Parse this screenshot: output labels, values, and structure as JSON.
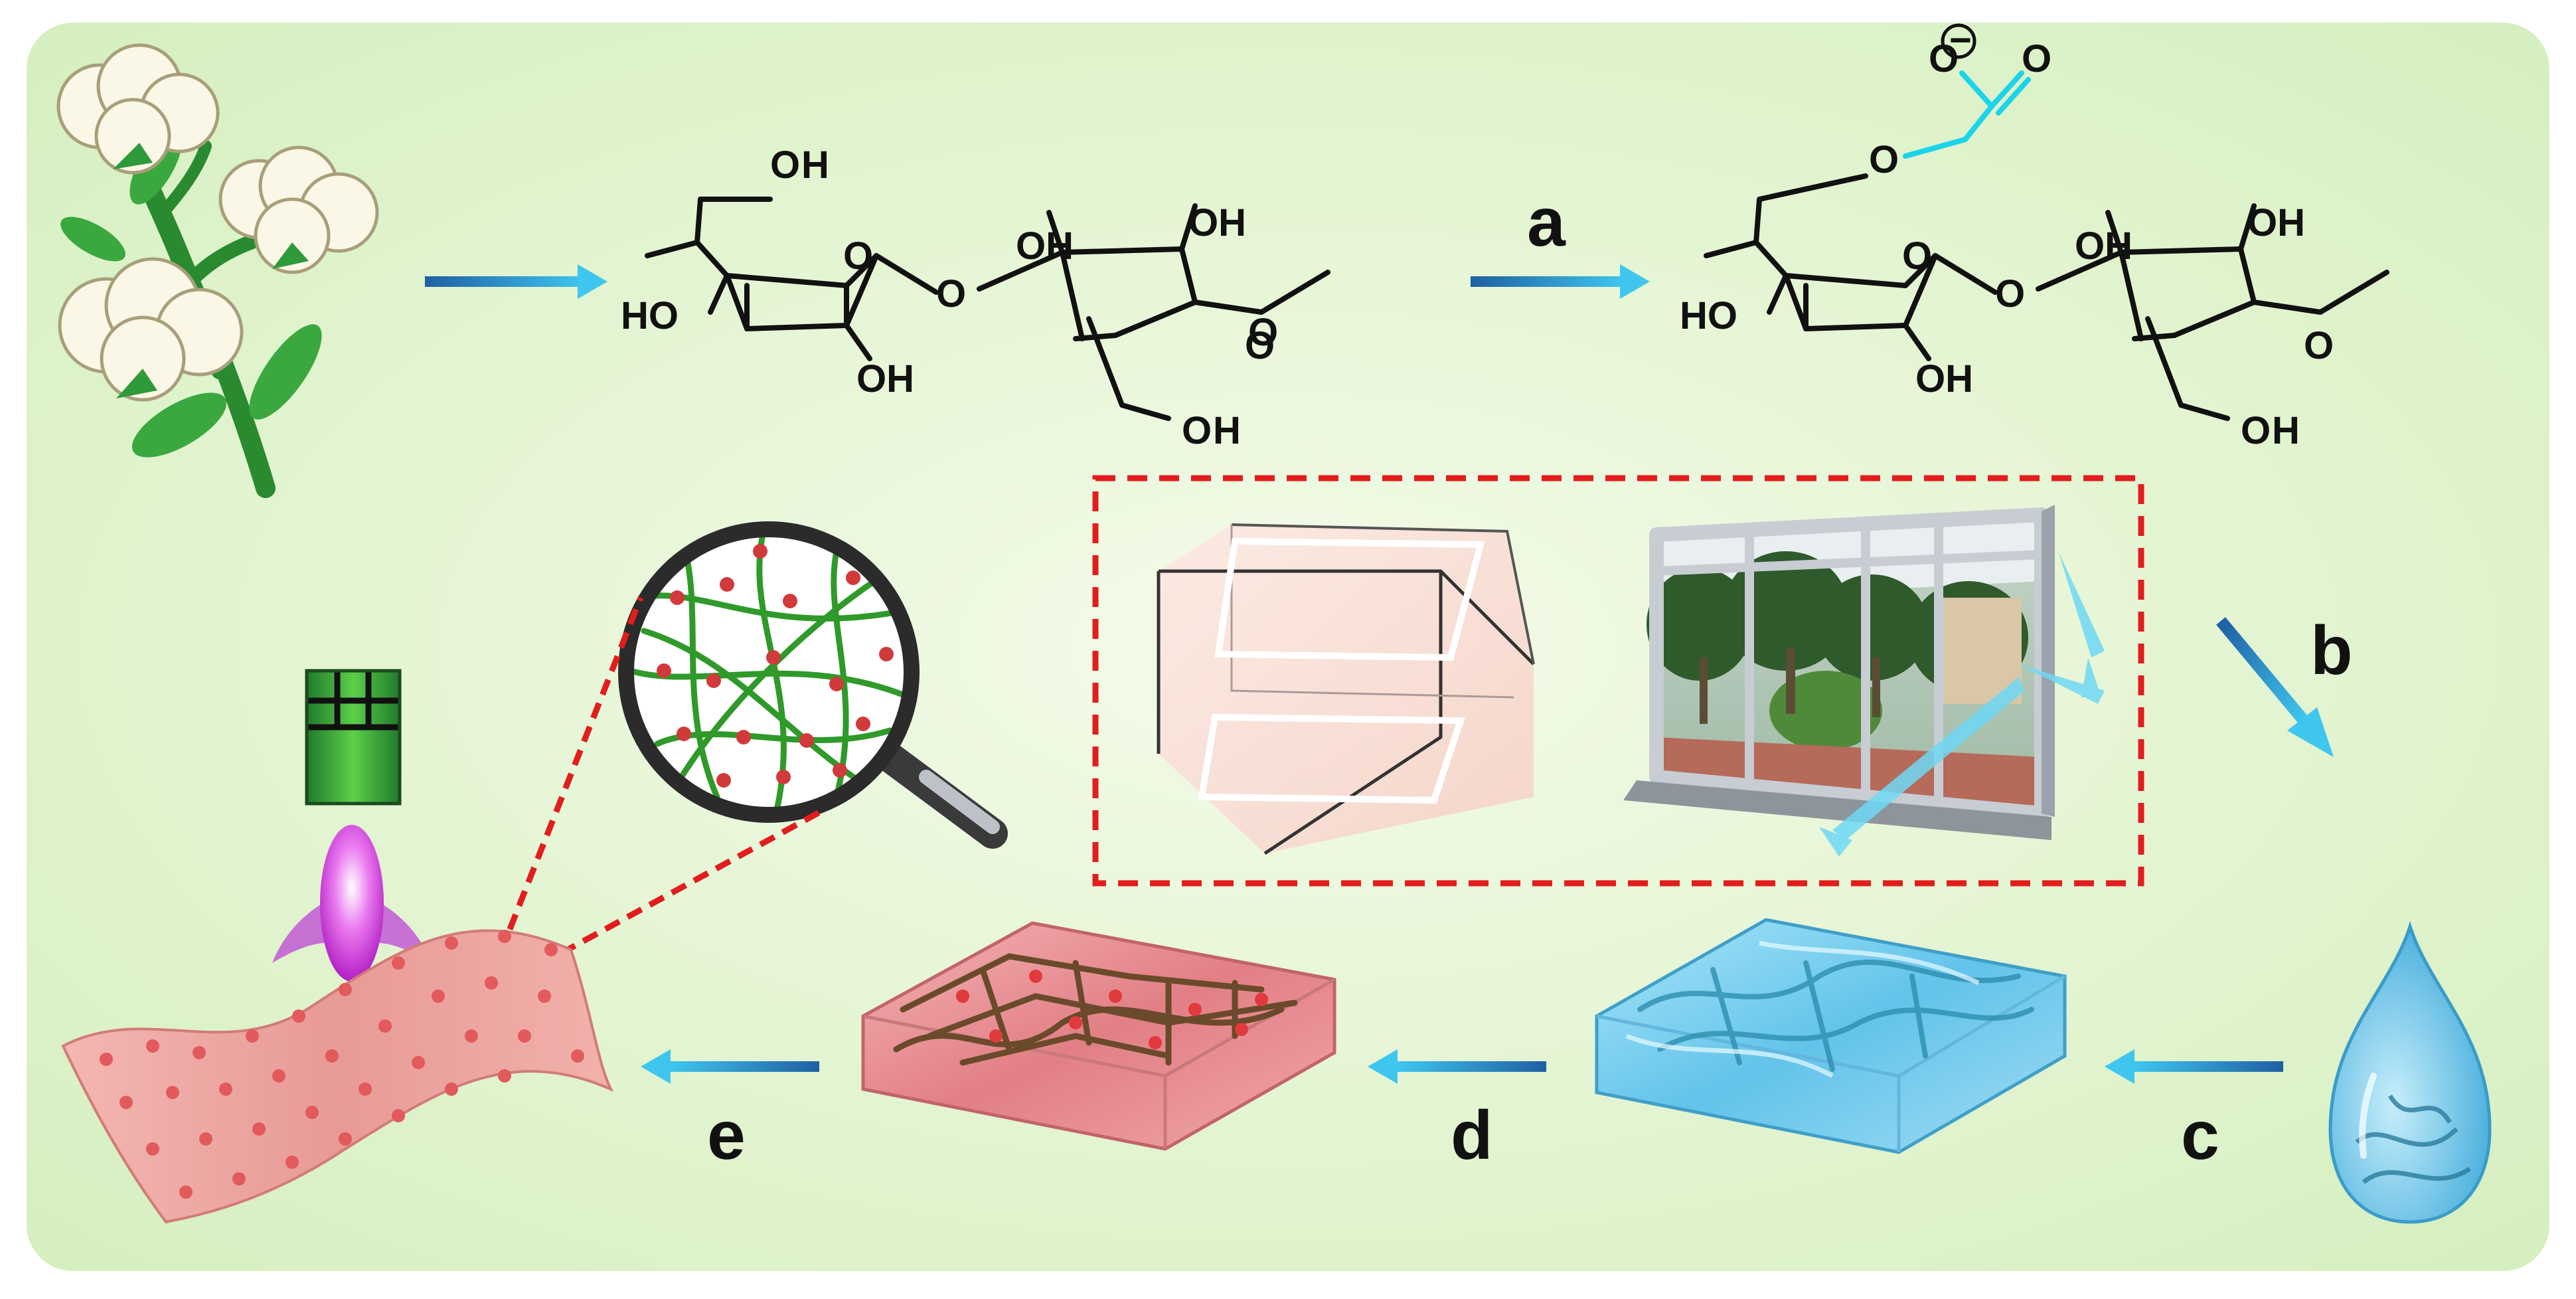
{
  "steps": {
    "a": "a",
    "b": "b",
    "c": "c",
    "d": "d",
    "e": "e"
  },
  "chem": {
    "oh_o": "O",
    "oh_h": "H",
    "ho": "HO",
    "oh": "OH",
    "ring_o": "O",
    "link_o": "O",
    "cm_o": "O",
    "carboxyl_o1": "O",
    "carboxyl_o2": "O",
    "charge": "−"
  },
  "colors": {
    "background": "#e3f5d2",
    "arrow": "#2aa5d4",
    "hydroxyl_o": "#e8211e",
    "hydroxyl_h": "#5b5bff",
    "carboxymethyl": "#19d4ea",
    "dashed_frame": "#e21d1d",
    "hydrogel_blue": "#7fd0ee",
    "hydrogel_pink": "#e9888e",
    "fiber_green": "#2f9a2a",
    "dot_red": "#d13a3a"
  },
  "icons": [
    "cotton-plant-icon",
    "magnifier-icon",
    "transparent-box-icon",
    "window-icon",
    "droplet-icon",
    "laser-icon"
  ]
}
